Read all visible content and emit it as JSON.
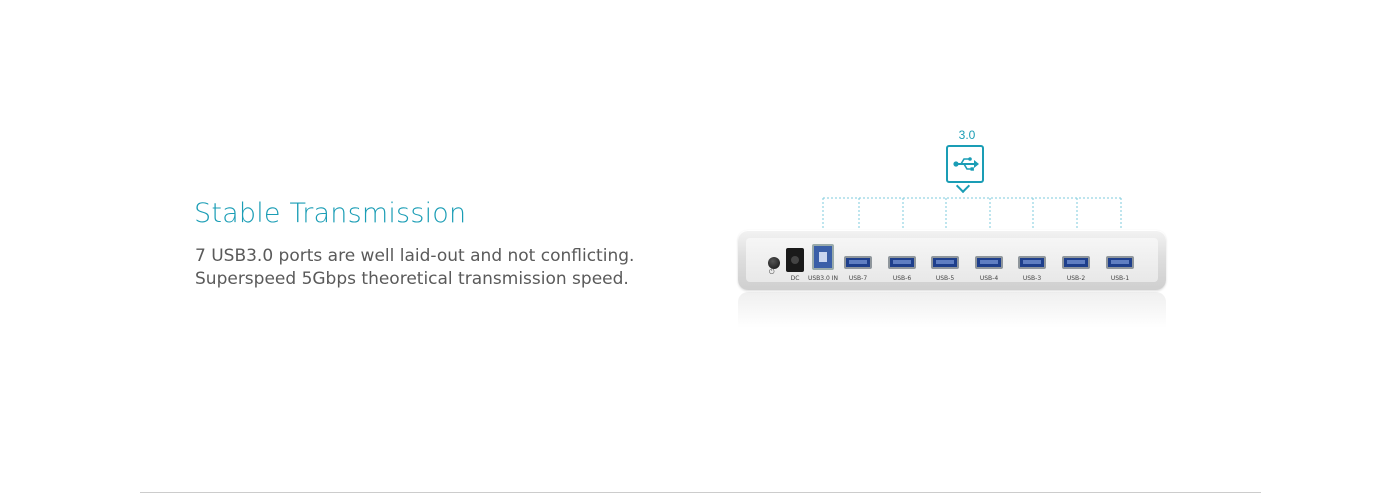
{
  "headline": "Stable Transmission",
  "description": [
    "7 USB3.0 ports are well laid-out and not conflicting.",
    "Superspeed 5Gbps theoretical transmission speed."
  ],
  "badge": {
    "label": "3.0",
    "icon": "usb-icon"
  },
  "hub": {
    "power_icon": "⏻",
    "dc_label": "DC",
    "input_label": "USB3.0 IN",
    "ports": [
      "USB-7",
      "USB-6",
      "USB-5",
      "USB-4",
      "USB-3",
      "USB-2",
      "USB-1"
    ]
  },
  "colors": {
    "accent": "#1a9db5",
    "text": "#5a5a5a",
    "port": "#1e3f8c"
  }
}
